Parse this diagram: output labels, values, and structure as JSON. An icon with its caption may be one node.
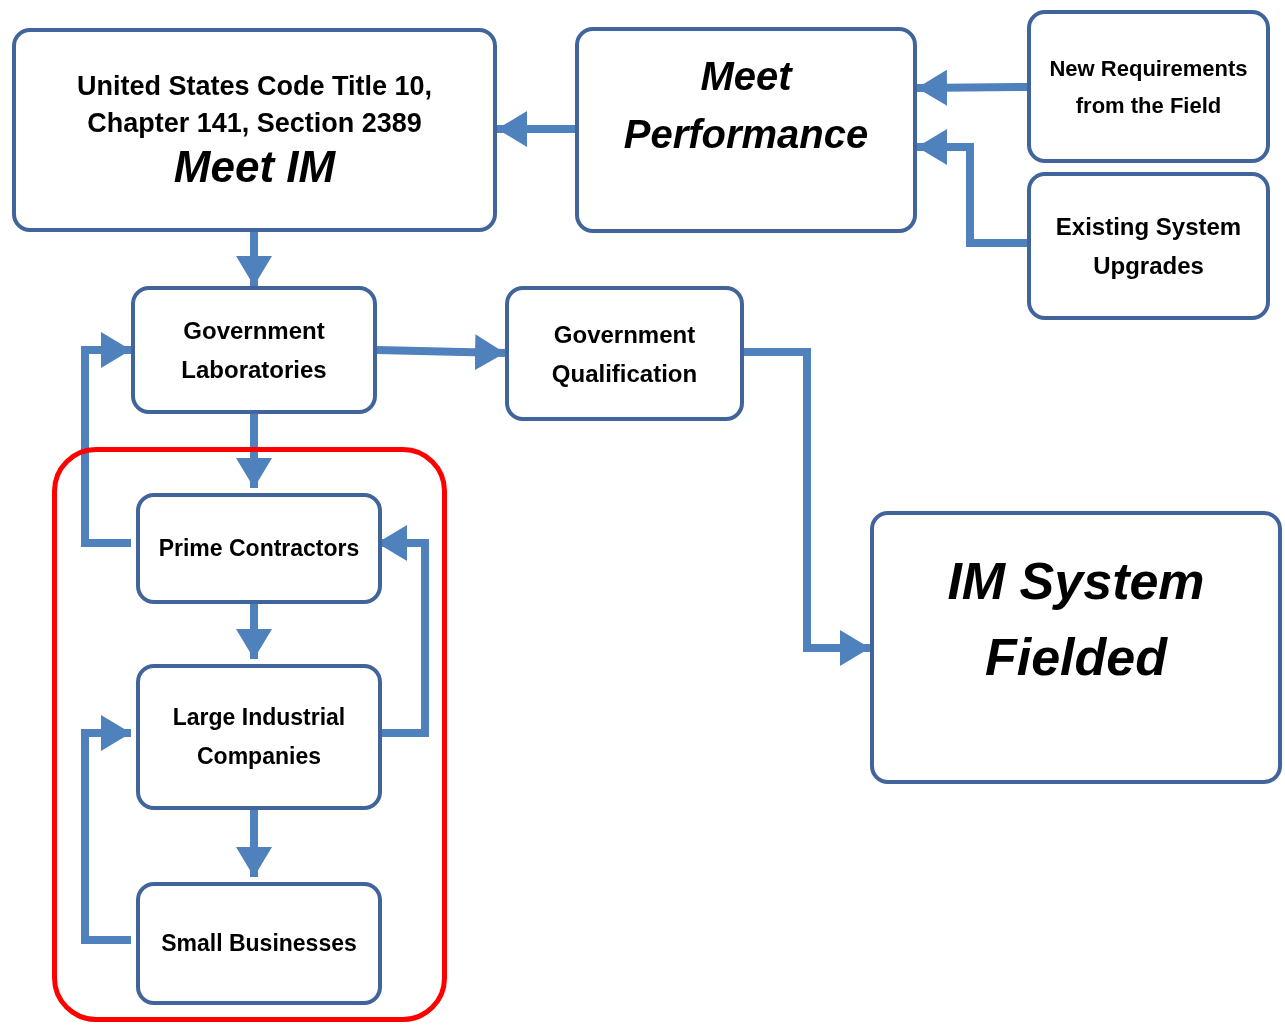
{
  "diagram": {
    "nodes": [
      {
        "text": [
          "United States Code Title 10, Chapter 141, Section 2389",
          "Meet IM"
        ]
      },
      {
        "text": [
          "Meet Performance"
        ]
      },
      {
        "text": [
          "New Requirements from the Field"
        ]
      },
      {
        "text": [
          "Existing System Upgrades"
        ]
      },
      {
        "text": [
          "Government Laboratories"
        ]
      },
      {
        "text": [
          "Government Qualification"
        ]
      },
      {
        "text": [],
        "shape": "box"
      },
      {
        "text": [
          "Prime Contractors"
        ],
        "in": 6
      },
      {
        "text": [
          "Large Industrial Companies"
        ],
        "in": 6
      },
      {
        "text": [
          "Small Businesses"
        ],
        "in": 6
      },
      {
        "text": [
          "IM System Fielded"
        ]
      }
    ],
    "edges": [
      {
        "from": 2,
        "to": 1,
        "arrow": "to"
      },
      {
        "from": 3,
        "to": 1,
        "arrow": "to"
      },
      {
        "from": 1,
        "to": 0,
        "arrow": "to"
      },
      {
        "from": 0,
        "to": 4,
        "arrow": "to"
      },
      {
        "from": 4,
        "to": 5,
        "arrow": "to"
      },
      {
        "from": 5,
        "to": 10,
        "arrow": "to"
      },
      {
        "from": 4,
        "to": 7,
        "arrow": "to"
      },
      {
        "from": 7,
        "to": 4,
        "arrow": "to"
      },
      {
        "from": 7,
        "to": 8,
        "arrow": "to"
      },
      {
        "from": 8,
        "to": 7,
        "arrow": "to"
      },
      {
        "from": 8,
        "to": 9,
        "arrow": "to"
      },
      {
        "from": 9,
        "to": 8,
        "arrow": "to"
      }
    ]
  }
}
